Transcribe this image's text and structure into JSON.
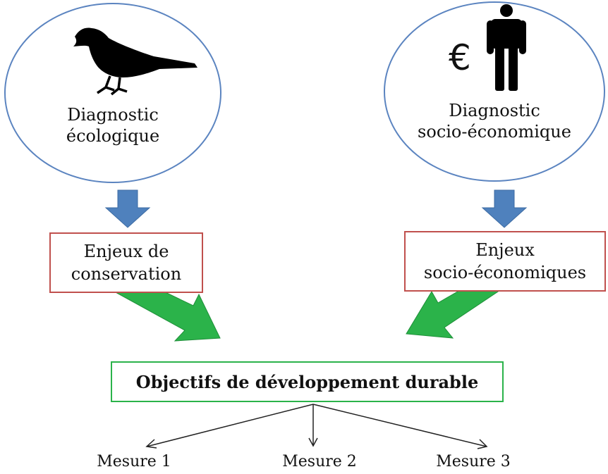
{
  "left": {
    "diagnostic": [
      "Diagnostic",
      "écologique"
    ],
    "enjeux": [
      "Enjeux de",
      "conservation"
    ],
    "icon": "bird-icon"
  },
  "right": {
    "diagnostic": [
      "Diagnostic",
      "socio-économique"
    ],
    "enjeux": [
      "Enjeux",
      "socio-économiques"
    ],
    "euro_symbol": "€",
    "icon": "person-icon"
  },
  "objectifs": "Objectifs de développement durable",
  "mesures": [
    "Mesure 1",
    "Mesure 2",
    "Mesure 3"
  ],
  "colors": {
    "ellipse_border": "#5b84c0",
    "down_arrow": "#4f81bd",
    "enjeux_border": "#c0504d",
    "green_arrow": "#2bb34a",
    "objectifs_border": "#2bb34a"
  }
}
